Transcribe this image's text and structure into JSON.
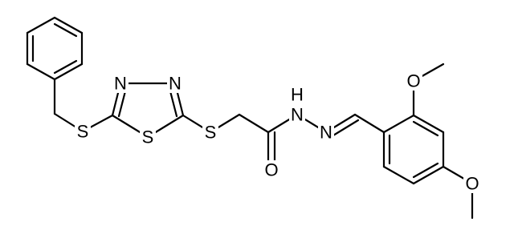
{
  "molecule": {
    "atoms": {
      "n_left": "N",
      "n_right": "N",
      "s_thioether_left": "S",
      "s_ring": "S",
      "s_thioether_right": "S",
      "nh": "N",
      "h_of_nh": "H",
      "n_imine": "N",
      "o_carbonyl": "O",
      "o_methoxy_top": "O",
      "o_methoxy_bottom": "O"
    }
  }
}
